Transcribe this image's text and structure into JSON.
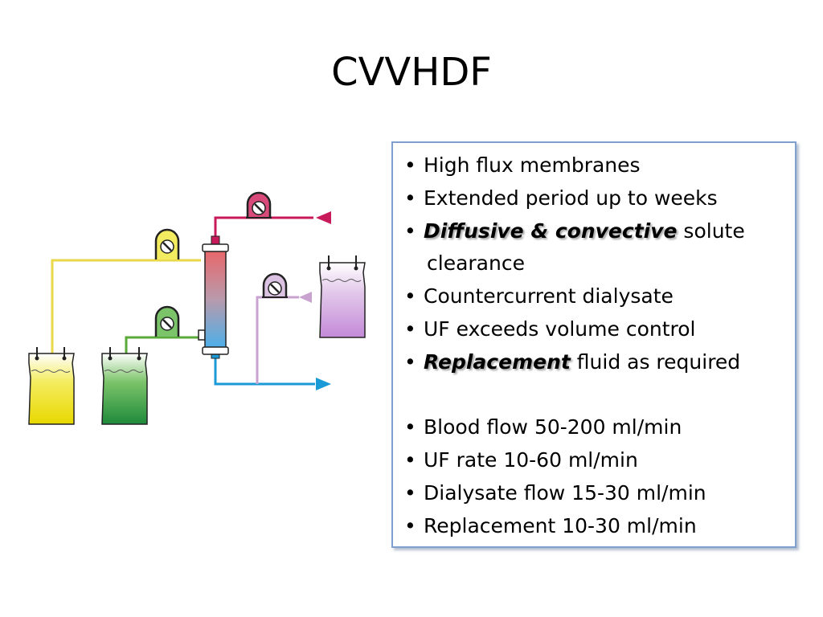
{
  "slide": {
    "title": "CVVHDF"
  },
  "diagram": {
    "description": "CVVHDF circuit schematic: hemofilter with blood in (red), blood out (blue), dialysate pump (green), effluent pump (yellow), replacement pump (lilac), and fluid bags",
    "colors": {
      "blood_in": "#c8195a",
      "blood_out": "#1a9ad6",
      "effluent": "#e8d84a",
      "dialysate": "#5aaa3a",
      "replacement": "#c9a3cf",
      "filter_top": "#e8676a",
      "filter_bottom": "#4ab0ea"
    },
    "bags": [
      "effluent-bag",
      "dialysate-bag",
      "replacement-bag"
    ],
    "pumps": [
      "effluent-pump",
      "dialysate-pump",
      "blood-pump",
      "replacement-pump"
    ]
  },
  "content": {
    "bullets": [
      {
        "emph": "",
        "text": "High flux membranes"
      },
      {
        "emph": "",
        "text": "Extended period up to weeks"
      },
      {
        "emph": "Diffusive & convective",
        "text": " solute"
      },
      {
        "continuation": "clearance"
      },
      {
        "emph": "",
        "text": "Countercurrent dialysate"
      },
      {
        "emph": "",
        "text": "UF exceeds volume control"
      },
      {
        "emph": "Replacement",
        "text": " fluid as required"
      },
      {
        "emph": "",
        "text": "Blood flow 50-200 ml/min"
      },
      {
        "emph": "",
        "text": "UF rate 10-60 ml/min"
      },
      {
        "emph": "",
        "text": "Dialysate flow 15-30 ml/min"
      },
      {
        "emph": "",
        "text": "Replacement 10-30 ml/min"
      }
    ],
    "bullet_char": "•"
  }
}
